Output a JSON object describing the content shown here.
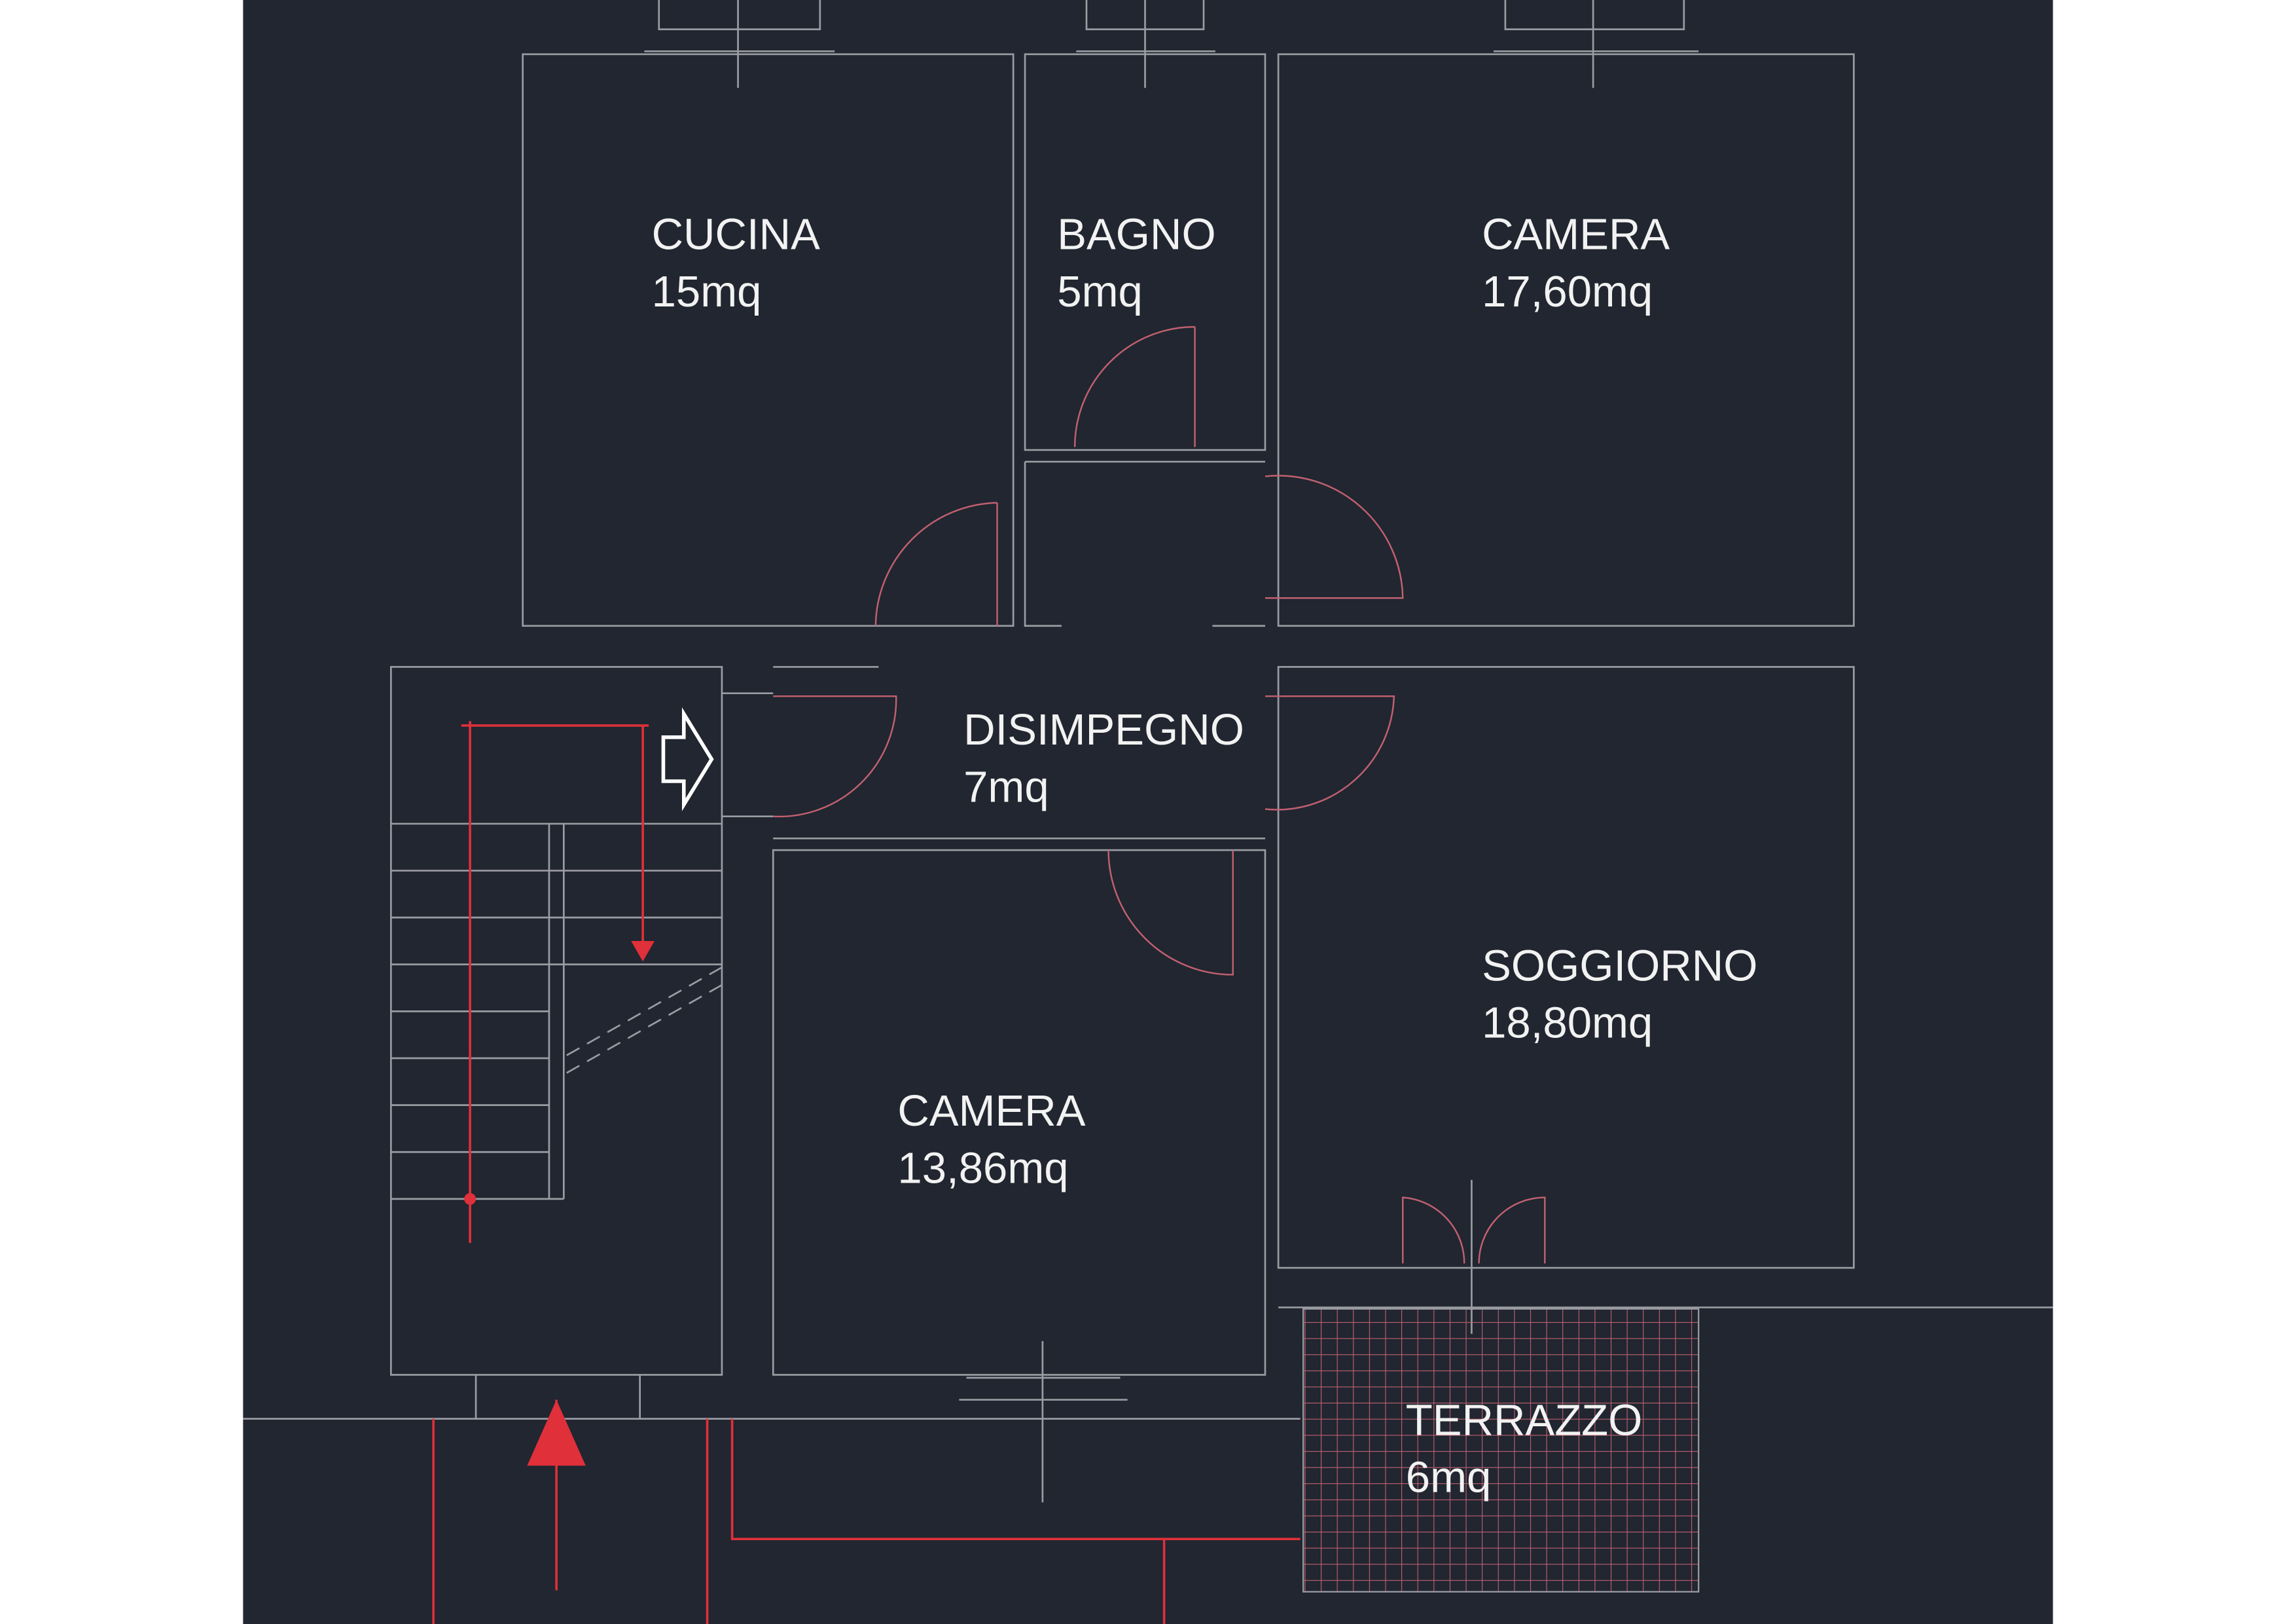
{
  "rooms": [
    {
      "name": "CUCINA",
      "area": "15mq"
    },
    {
      "name": "BAGNO",
      "area": "5mq"
    },
    {
      "name": "CAMERA",
      "area": "17,60mq"
    },
    {
      "name": "DISIMPEGNO",
      "area": "7mq"
    },
    {
      "name": "SOGGIORNO",
      "area": "18,80mq"
    },
    {
      "name": "CAMERA",
      "area": "13,86mq"
    },
    {
      "name": "TERRAZZO",
      "area": "6mq"
    }
  ],
  "colors": {
    "background": "#212630",
    "walls": "#9a9ca2",
    "annotations": "#e0303a"
  }
}
